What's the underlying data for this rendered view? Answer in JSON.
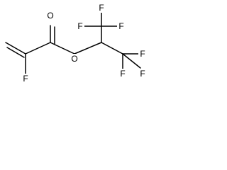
{
  "molecule": {
    "atoms": {
      "ester_carbonyl_oxygen": "O",
      "ester_bridge_oxygen": "O",
      "vinyl_fluorine": "F",
      "cf3_top_f_left": "F",
      "cf3_top_f_top": "F",
      "cf3_top_f_right": "F",
      "cf3_bottom_f_right": "F",
      "cf3_bottom_f_left": "F",
      "cf3_bottom_f_bottom": "F"
    }
  }
}
